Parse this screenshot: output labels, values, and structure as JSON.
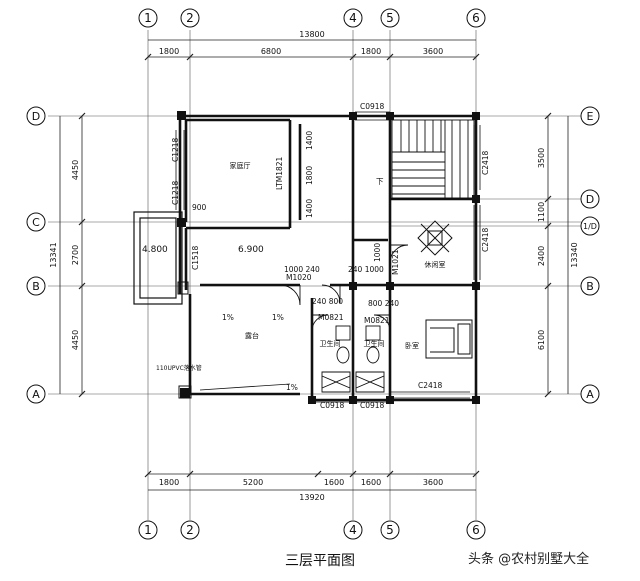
{
  "plan_title": "三层平面图",
  "watermark": "头条 @农村别墅大全",
  "column_axes": [
    "1",
    "2",
    "4",
    "5",
    "6"
  ],
  "row_axes_left": [
    "D",
    "C",
    "B",
    "A"
  ],
  "row_axes_right": [
    "E",
    "D",
    "1/D",
    "B",
    "A"
  ],
  "top_dims": {
    "total": "13800",
    "segments": [
      "1800",
      "6800",
      "1800",
      "3600"
    ]
  },
  "bottom_dims": {
    "total": "13920",
    "segments": [
      "1800",
      "5200",
      "1600",
      "1600",
      "3600"
    ]
  },
  "left_dims": {
    "total": "13341",
    "segments": [
      "4450",
      "2700",
      "4450"
    ]
  },
  "right_dims": {
    "total": "13340",
    "segments": [
      "3500",
      "1100",
      "2400",
      "6100"
    ]
  },
  "rooms": {
    "family_hall": "家庭厅",
    "leisure_room": "休闲室",
    "terrace": "露台",
    "bedroom": "卧室",
    "bath1": "卫生间",
    "bath2": "卫生间"
  },
  "labels": {
    "c0918_top": "C0918",
    "c1218_a": "C1218",
    "c1218_b": "C1218",
    "ltm1821": "LTM1821",
    "c1518": "C1518",
    "c2418_a": "C2418",
    "c2418_b": "C2418",
    "c2418_c": "C2418",
    "m1020": "M1020",
    "m1021_a": "M1021",
    "m0821_a": "M0821",
    "m0821_b": "M0821",
    "c0918_b1": "C0918",
    "c0918_b2": "C0918",
    "d1400a": "1400",
    "d1800": "1800",
    "d1400b": "1400",
    "d900": "900",
    "d1000": "1000",
    "d1000_240": "1000 240",
    "d240_1000": "240 1000",
    "d240_800": "240 800",
    "d800_240": "800 240",
    "elev1": "4.800",
    "elev2": "6.900",
    "slope1": "1%",
    "slope2": "1%",
    "slope3": "1%",
    "pipe": "110UPVC落水管",
    "down_arrow": "下",
    "d_vert": "1000"
  }
}
